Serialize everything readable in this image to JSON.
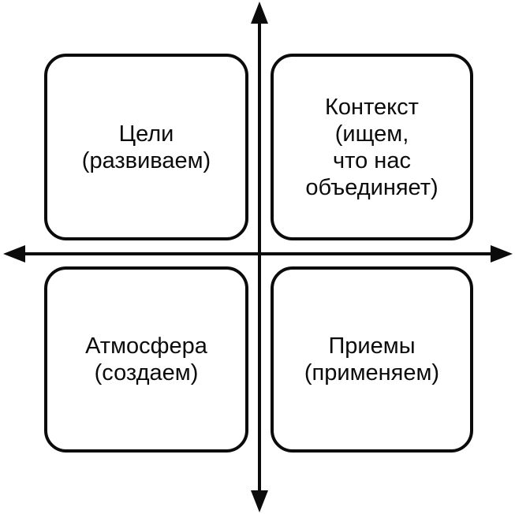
{
  "diagram": {
    "type": "quadrant-matrix",
    "background_color": "#ffffff",
    "line_color": "#0b0b0b",
    "axes": {
      "horizontal": "double-headed-arrow",
      "vertical": "double-headed-arrow"
    },
    "quadrants": [
      {
        "position": "top-left",
        "lines": [
          "Цели",
          "(развиваем)"
        ]
      },
      {
        "position": "top-right",
        "lines": [
          "Контекст",
          "(ищем,",
          "что нас",
          "объединяет)"
        ]
      },
      {
        "position": "bottom-left",
        "lines": [
          "Атмосфера",
          "(создаем)"
        ]
      },
      {
        "position": "bottom-right",
        "lines": [
          "Приемы",
          "(применяем)"
        ]
      }
    ]
  }
}
